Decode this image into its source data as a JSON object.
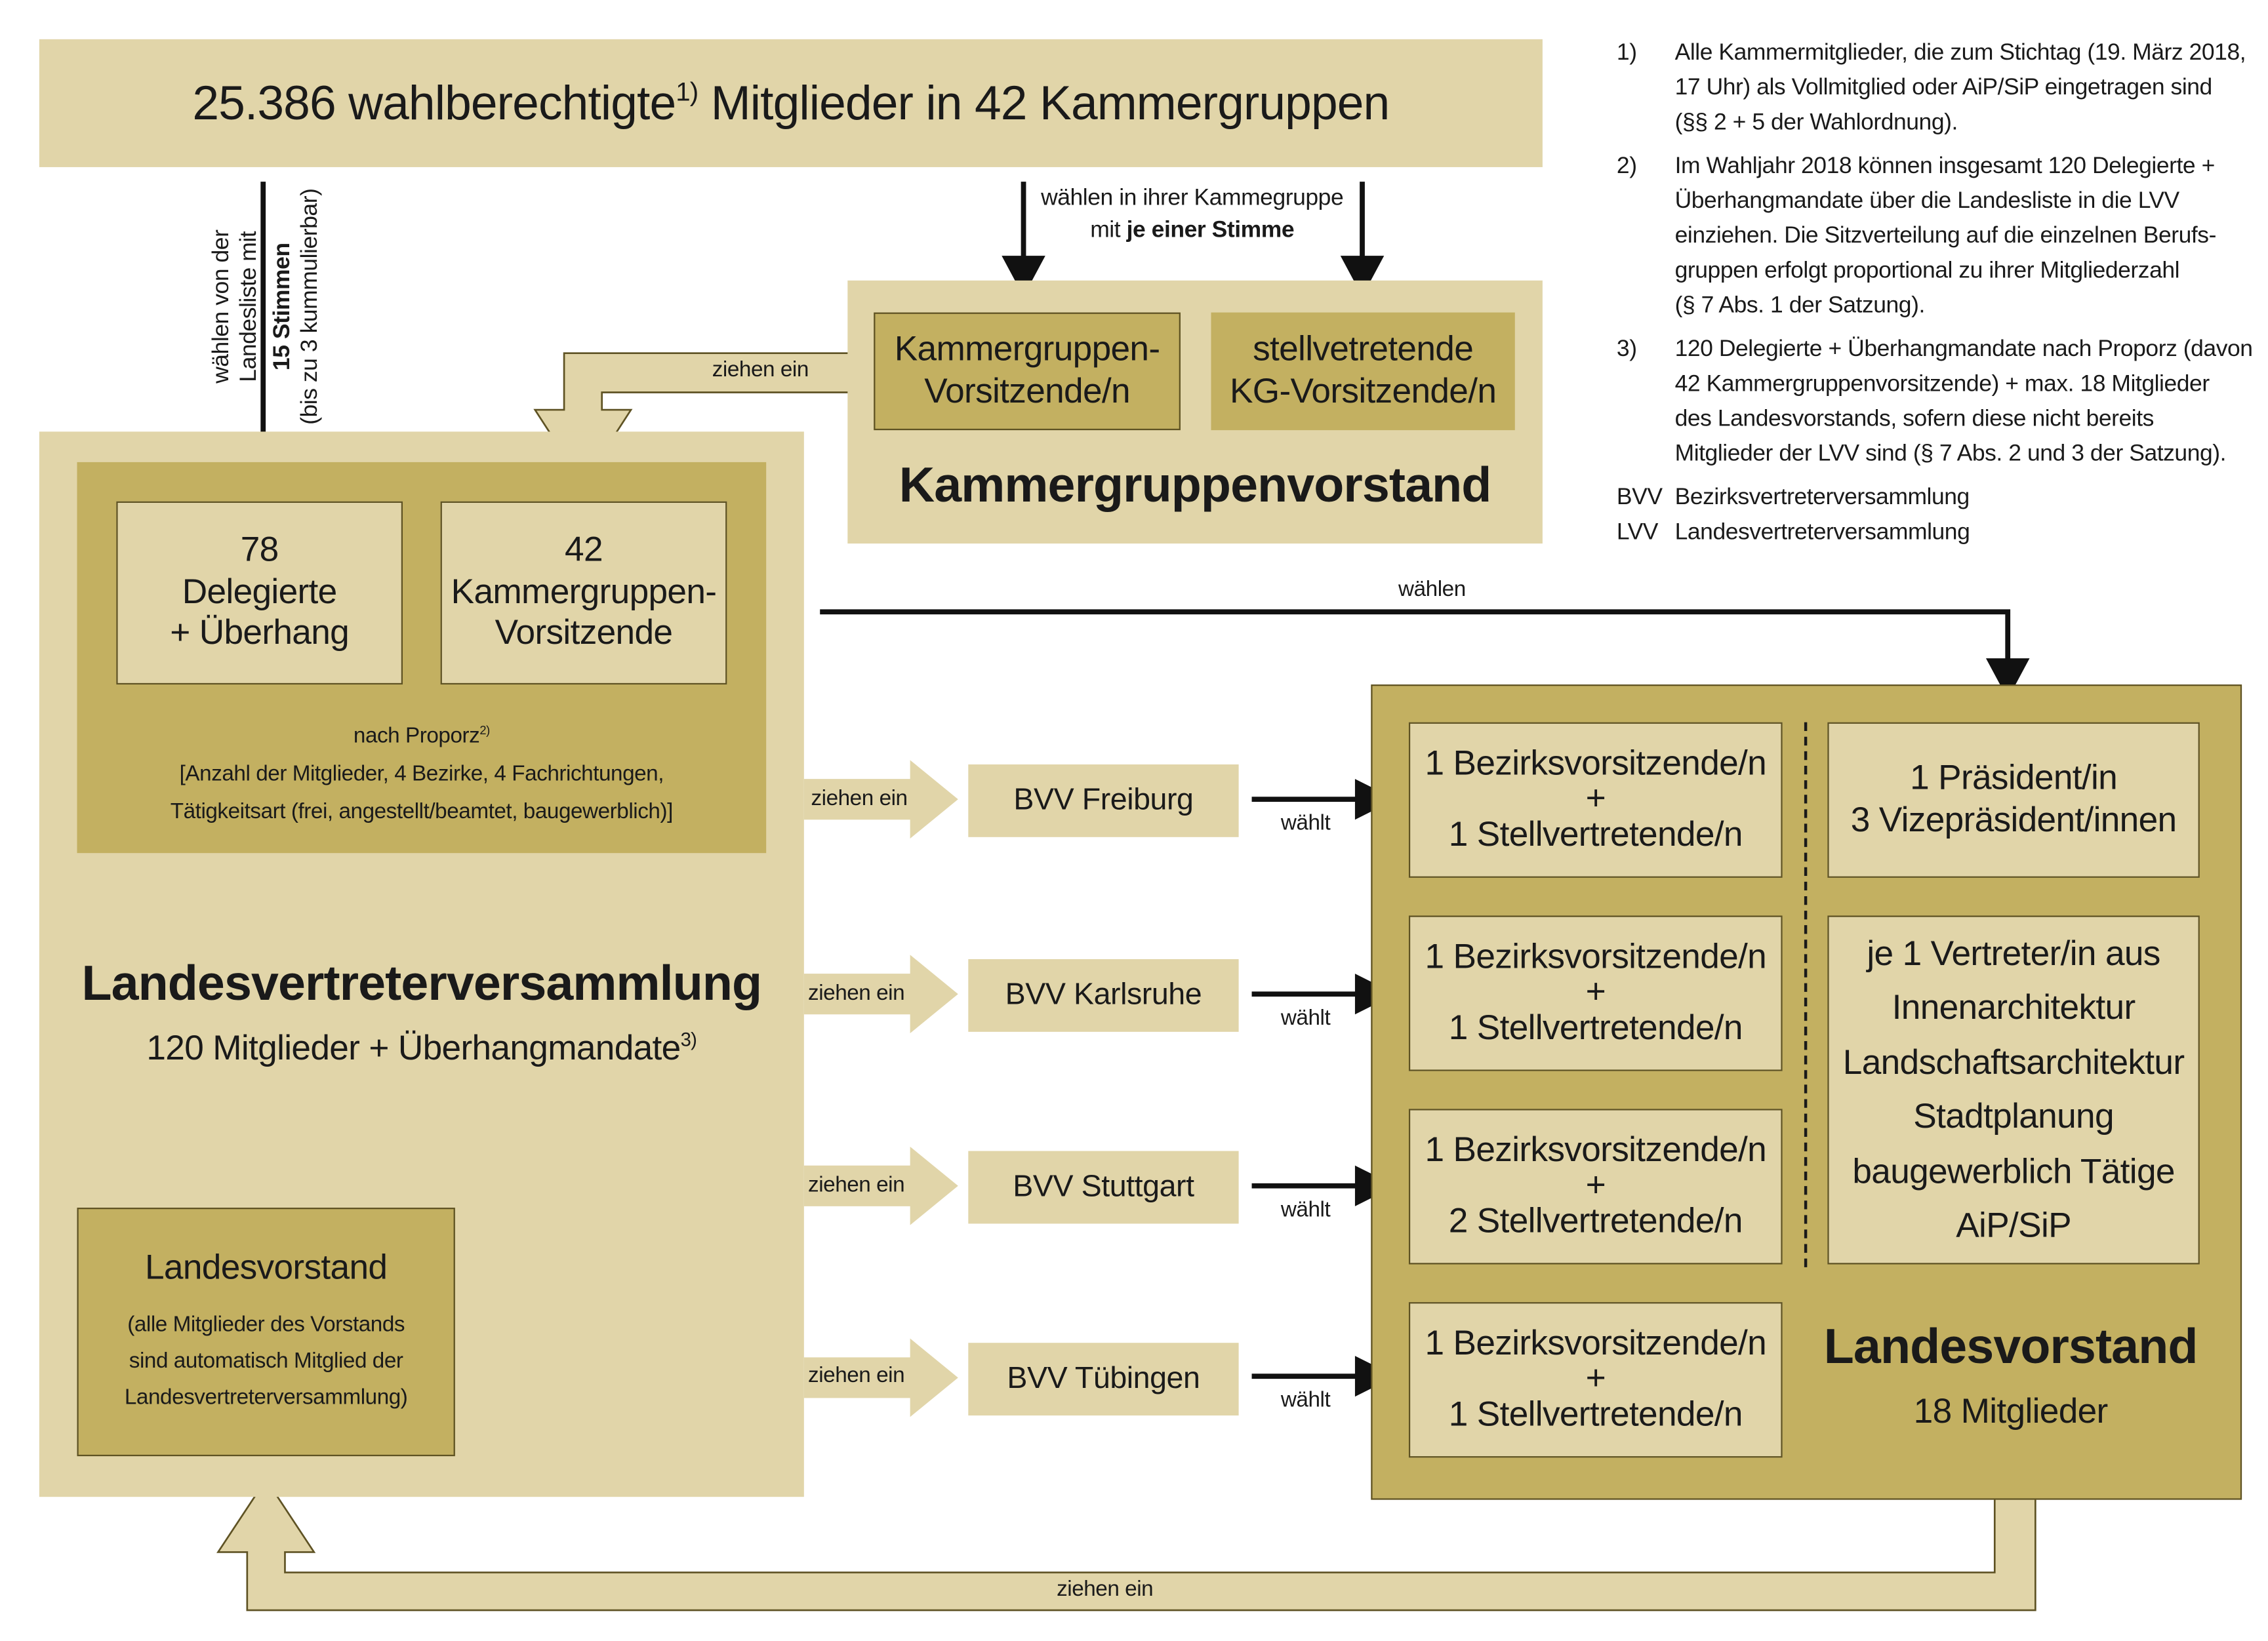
{
  "top_box": {
    "count_text": "25.386 wahlberechtigte",
    "footnote_ref": "1)",
    "rest_text": "Mitglieder in 42 Kammergruppen"
  },
  "vote_landesliste": {
    "line1": "wählen von der",
    "line2": "Landesliste mit",
    "line3": "15 Stimmen",
    "line4": "(bis zu 3 kummulierbar)"
  },
  "vote_kammergruppe": {
    "line1": "wählen in ihrer Kammegruppe",
    "line2_prefix": "mit",
    "line2_bold": "je einer Stimme"
  },
  "kammergruppenvorstand": {
    "title": "Kammergruppenvorstand",
    "chair_line1": "Kammergruppen-",
    "chair_line2": "Vorsitzende/n",
    "deputy_line1": "stellvetretende",
    "deputy_line2": "KG-Vorsitzende/n"
  },
  "lvv": {
    "title": "Landesvertreterversammlung",
    "subtitle": "120 Mitglieder + Überhangmandate",
    "subtitle_ref": "3)",
    "delegates": {
      "number": "78",
      "line1": "Delegierte",
      "line2": "+ Überhang"
    },
    "chairs": {
      "number": "42",
      "line1": "Kammergruppen-",
      "line2": "Vorsitzende"
    },
    "proporz": {
      "line1": "nach Proporz",
      "line1_ref": "2)",
      "line2": "[Anzahl der Mitglieder, 4 Bezirke, 4 Fachrichtungen,",
      "line3": "Tätigkeitsart (frei, angestellt/beamtet, baugewerblich)]"
    },
    "landesvorstand_box": {
      "title": "Landesvorstand",
      "line1": "(alle Mitglieder des Vorstands",
      "line2": "sind automatisch Mitglied der",
      "line3": "Landesvertreterversammlung)"
    }
  },
  "edge_labels": {
    "ziehen_ein": "ziehen ein",
    "waehlen": "wählen",
    "waehlt": "wählt"
  },
  "bvv": [
    {
      "name": "BVV Freiburg",
      "chair": "1 Bezirksvorsitzende/n",
      "plus": "+",
      "deputy": "1 Stellvertretende/n"
    },
    {
      "name": "BVV Karlsruhe",
      "chair": "1 Bezirksvorsitzende/n",
      "plus": "+",
      "deputy": "1 Stellvertretende/n"
    },
    {
      "name": "BVV Stuttgart",
      "chair": "1 Bezirksvorsitzende/n",
      "plus": "+",
      "deputy": "2 Stellvertretende/n"
    },
    {
      "name": "BVV Tübingen",
      "chair": "1 Bezirksvorsitzende/n",
      "plus": "+",
      "deputy": "1 Stellvertretende/n"
    }
  ],
  "landesvorstand": {
    "title": "Landesvorstand",
    "subtitle": "18 Mitglieder",
    "president_line1": "1 Präsident/in",
    "president_line2": "3 Vizepräsident/innen",
    "reps": [
      "je 1 Vertreter/in aus",
      "Innenarchitektur",
      "Landschaftsarchitektur",
      "Stadtplanung",
      "baugewerblich Tätige",
      "AiP/SiP"
    ]
  },
  "notes": [
    {
      "num": "1)",
      "lines": [
        "Alle Kammermitglieder, die zum Stichtag (19. März 2018,",
        "17 Uhr) als Vollmitglied oder AiP/SiP eingetragen sind",
        "(§§ 2 + 5 der Wahlordnung)."
      ]
    },
    {
      "num": "2)",
      "lines": [
        "Im Wahljahr 2018 können insgesamt 120 Delegierte +",
        "Überhangmandate über die Landesliste in die LVV",
        "einziehen. Die Sitzverteilung auf die einzelnen Berufs-",
        "gruppen erfolgt proportional zu ihrer Mitgliederzahl",
        "(§ 7 Abs. 1 der Satzung)."
      ]
    },
    {
      "num": "3)",
      "lines": [
        "120 Delegierte + Überhangmandate nach Proporz (davon",
        "42 Kammergruppenvorsitzende) + max. 18 Mitglieder",
        "des Landesvorstands, sofern diese nicht bereits",
        "Mitglieder der LVV sind (§ 7 Abs. 2 und 3 der Satzung)."
      ]
    }
  ],
  "abbreviations": [
    {
      "abbr": "BVV",
      "text": "Bezirksvertreterversammlung"
    },
    {
      "abbr": "LVV",
      "text": "Landesvertreterversammlung"
    }
  ],
  "colors": {
    "light_fill": "#e1d5a9",
    "dark_fill": "#c3b061",
    "border": "#5e5223",
    "arrow": "#111111"
  }
}
